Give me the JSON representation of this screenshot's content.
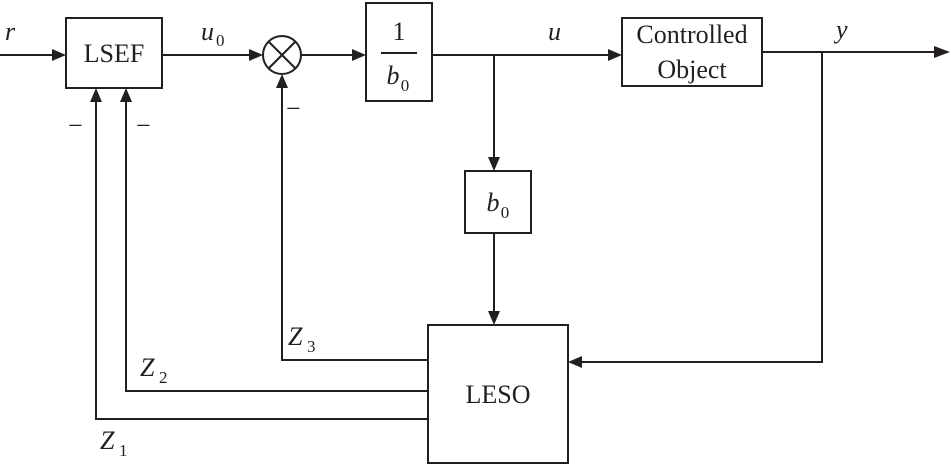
{
  "diagram": {
    "blocks": {
      "lsef": "LSEF",
      "inv_gain_num": "1",
      "inv_gain_den": "b",
      "inv_gain_den_sub": "0",
      "b0_main": "b",
      "b0_sub": "0",
      "plant_line1": "Controlled",
      "plant_line2": "Object",
      "leso": "LESO"
    },
    "signals": {
      "r": "r",
      "u0_main": "u",
      "u0_sub": "0",
      "u": "u",
      "y": "y",
      "z1_main": "Z",
      "z1_sub": "1",
      "z2_main": "Z",
      "z2_sub": "2",
      "z3_main": "Z",
      "z3_sub": "3"
    },
    "signs": {
      "lsef_in_1": "−",
      "lsef_in_2": "−",
      "summing_in": "−"
    }
  }
}
